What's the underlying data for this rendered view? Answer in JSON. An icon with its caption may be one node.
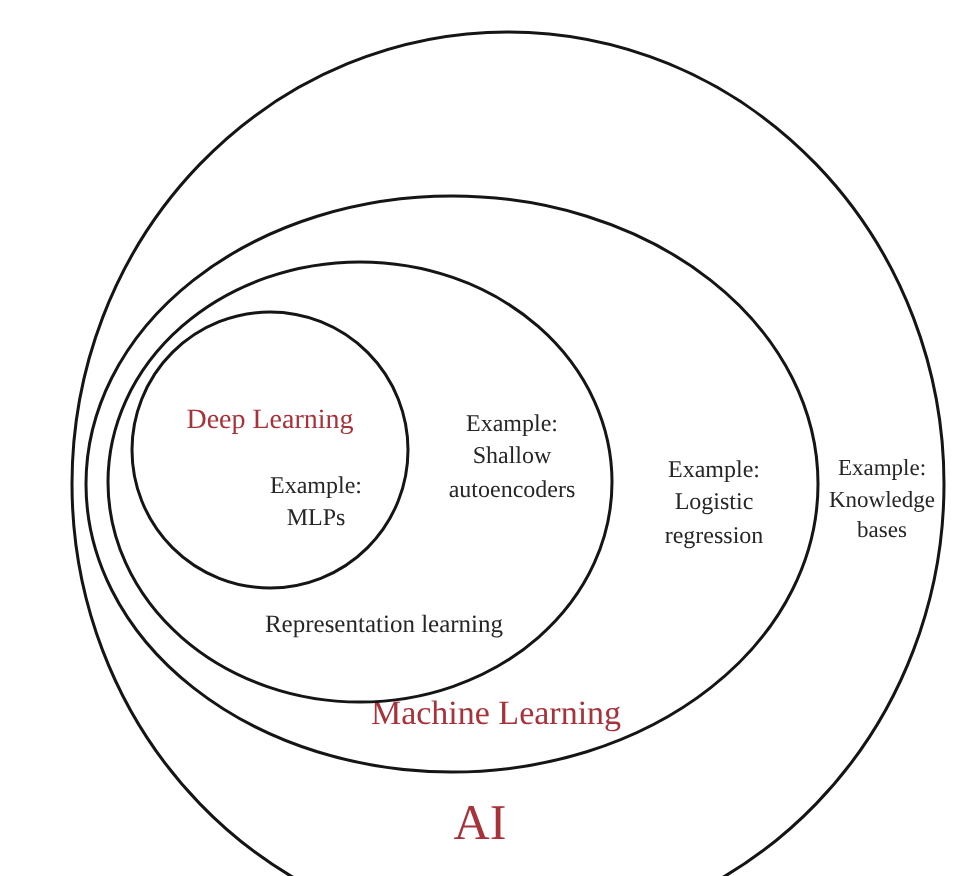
{
  "diagram": {
    "nodes": [
      {
        "text": [
          "Example: Knowledge bases",
          "AI"
        ]
      },
      {
        "text": [
          "Example: Logistic regression",
          "Machine Learning"
        ],
        "in": 0
      },
      {
        "text": [
          "Example: Shallow autoencoders",
          "Representation learning"
        ],
        "in": 1
      },
      {
        "text": [
          "Deep Learning",
          "Example: MLPs"
        ],
        "in": 2
      }
    ]
  }
}
